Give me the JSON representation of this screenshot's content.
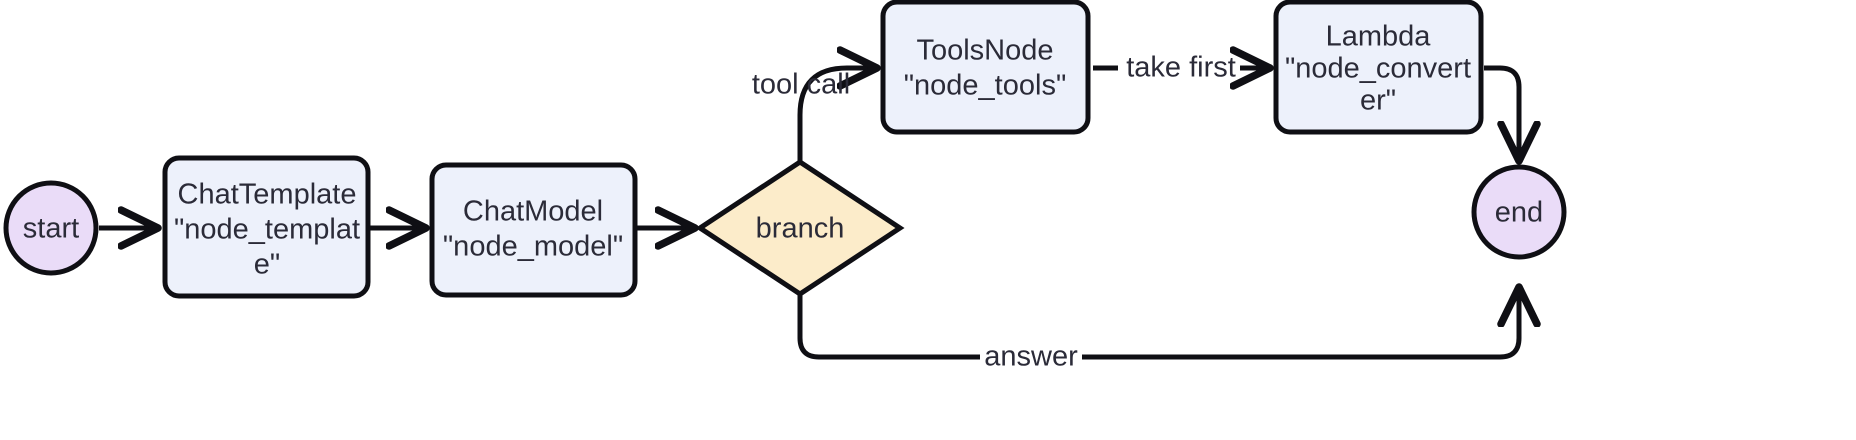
{
  "diagram": {
    "type": "flowchart",
    "orientation": "left-to-right",
    "background_color": "#ffffff",
    "stroke_color": "#0f0f14",
    "text_color": "#2b2b38",
    "palette": {
      "terminal_fill": "#eadcf8",
      "process_fill": "#edf1fb",
      "decision_fill": "#fcecca"
    },
    "nodes": {
      "start": {
        "label": "start",
        "shape": "circle"
      },
      "template": {
        "line1": "ChatTemplate",
        "line2": "\"node_templat",
        "line3": "e\"",
        "shape": "rounded-rect"
      },
      "model": {
        "line1": "ChatModel",
        "line2": "\"node_model\"",
        "shape": "rounded-rect"
      },
      "branch": {
        "label": "branch",
        "shape": "diamond"
      },
      "tools": {
        "line1": "ToolsNode",
        "line2": "\"node_tools\"",
        "shape": "rounded-rect"
      },
      "lambda": {
        "line1": "Lambda",
        "line2": "\"node_convert",
        "line3": "er\"",
        "shape": "rounded-rect"
      },
      "end": {
        "label": "end",
        "shape": "circle"
      }
    },
    "edges": {
      "start_to_template": {
        "label": ""
      },
      "template_to_model": {
        "label": ""
      },
      "model_to_branch": {
        "label": ""
      },
      "branch_to_tools": {
        "label": "tool call"
      },
      "tools_to_lambda": {
        "label": "take first"
      },
      "lambda_to_end": {
        "label": ""
      },
      "branch_to_end": {
        "label": "answer"
      }
    }
  }
}
